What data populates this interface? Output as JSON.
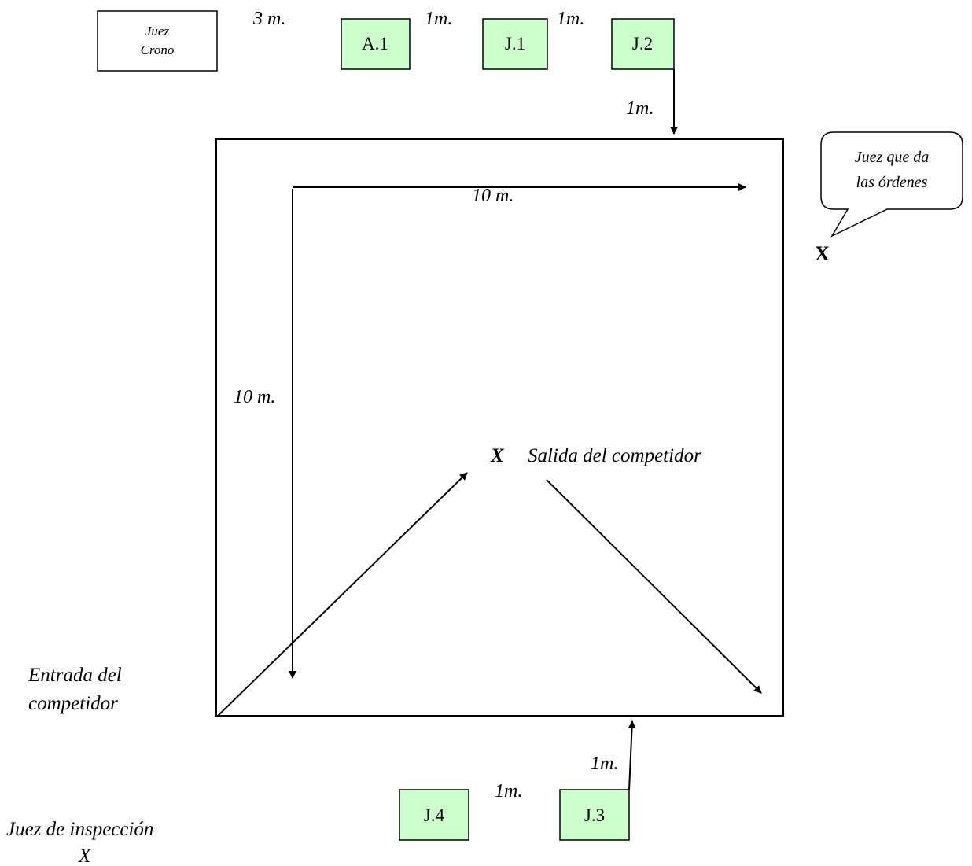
{
  "judges": {
    "chrono_line1": "Juez",
    "chrono_line2": "Crono",
    "a1": "A.1",
    "j1": "J.1",
    "j2": "J.2",
    "j3": "J.3",
    "j4": "J.4"
  },
  "distances": {
    "crono_to_a1": "3 m.",
    "a1_to_j1": "1m.",
    "j1_to_j2": "1m.",
    "j2_to_field": "1m.",
    "horizontal": "10 m.",
    "vertical": "10 m.",
    "j3_to_field": "1m.",
    "j4_to_j3": "1m."
  },
  "order_judge": {
    "line1": "Juez que da",
    "line2": "las órdenes",
    "marker": "X"
  },
  "competitor": {
    "exit_marker": "X",
    "exit_label": "Salida del competidor",
    "entry_line1": "Entrada del",
    "entry_line2": "competidor"
  },
  "inspection_judge": {
    "label": "Juez de inspección",
    "marker": "X"
  },
  "colors": {
    "judge_box_fill": "#ccffcc",
    "line": "#000000"
  }
}
